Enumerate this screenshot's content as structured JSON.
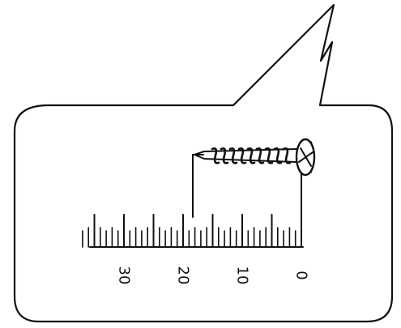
{
  "ruler": {
    "labels": [
      "0",
      "10",
      "20",
      "30"
    ],
    "unit_max": 37,
    "minor_step": 1,
    "major_step": 5
  },
  "screw": {
    "head_marker_value": 0,
    "tip_marker_value": 19
  },
  "colors": {
    "ink": "#111111",
    "background": "#ffffff"
  }
}
